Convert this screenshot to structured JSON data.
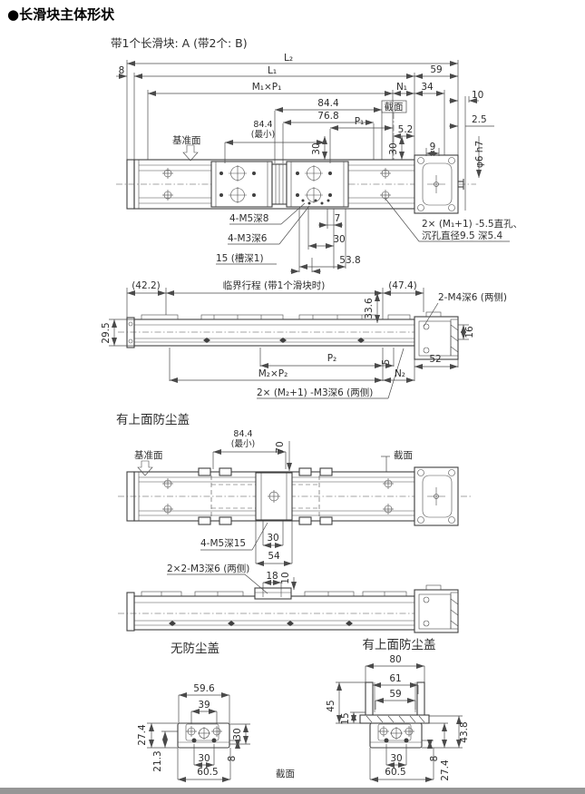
{
  "page": {
    "title": "●长滑块主体形状",
    "subtitle": "带1个长滑块: A (带2个: B)"
  },
  "colors": {
    "line": "#3f3f3f",
    "dim": "#4a4a4a",
    "text": "#2e2e2e",
    "bg": "#ffffff",
    "footer_bar": "#969696"
  },
  "v1": {
    "L2": "L₂",
    "L1": "L₁",
    "d8": "8",
    "d59": "59",
    "M1P1": "M₁×P₁",
    "N1": "N₁",
    "d34": "34",
    "d10": "10",
    "d2_5": "2.5",
    "d84_4": "84.4",
    "d76_8": "76.8",
    "d84_4min": "84.4",
    "d84_4min2": "(最小)",
    "P1": "P₁",
    "d5_2": "5.2",
    "d30a": "30",
    "d30b": "30",
    "d9": "9",
    "section": "截面",
    "datum": "基准面",
    "phi": "φ6 h7",
    "m5": "4-M5深8",
    "m3": "4-M3深6",
    "slot": "15 (槽深1)",
    "d7": "7",
    "d30c": "30",
    "d53_8": "53.8",
    "holes1": "2× (M₁+1) -5.5直孔、",
    "holes2": "沉孔直径9.5 深5.4"
  },
  "v2": {
    "d42_2": "(42.2)",
    "stroke": "临界行程 (带1个滑块时)",
    "d47_4": "(47.4)",
    "m4": "2-M4深6 (两侧)",
    "d33_6": "33.6",
    "d29_5": "29.5",
    "d16": "16",
    "P2": "P₂",
    "d5": "5",
    "d52": "52",
    "M2P2": "M₂×P₂",
    "N2": "N₂",
    "holes": "2× (M₂+1) -M3深6 (两侧)"
  },
  "v3": {
    "heading": "有上面防尘盖",
    "d84_4": "84.4",
    "min": "(最小)",
    "d70": "70",
    "datum": "基准面",
    "section": "截面",
    "m5": "4-M5深15",
    "d30": "30",
    "d54": "54"
  },
  "v4": {
    "holes": "2×2-M3深6 (两侧)",
    "d18": "18",
    "d10": "10"
  },
  "cs_left": {
    "heading": "无防尘盖",
    "d59_6": "59.6",
    "d39": "39",
    "d27_4": "27.4",
    "d21_3": "21.3",
    "d30r": "30",
    "d8": "8",
    "d30b": "30",
    "d60_5": "60.5"
  },
  "cs_right": {
    "heading": "有上面防尘盖",
    "d80": "80",
    "d61": "61",
    "d59": "59",
    "d45": "45",
    "d15": "15",
    "d43_8": "43.8",
    "d30": "30",
    "d8": "8",
    "d27_4": "27.4",
    "d60_5": "60.5"
  },
  "footer": {
    "section": "截面"
  }
}
